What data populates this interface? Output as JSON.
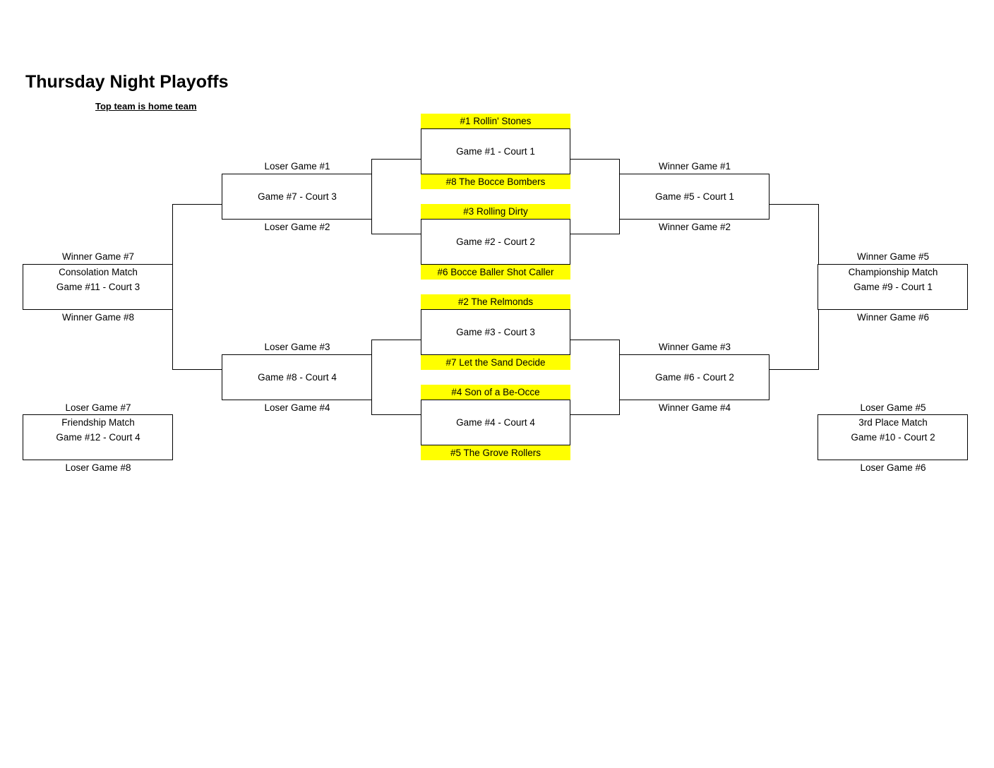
{
  "header": {
    "title": "Thursday Night Playoffs",
    "subtitle": "Top team is home team"
  },
  "first_round": [
    {
      "top_team": "#1 Rollin' Stones",
      "game": "Game #1 - Court 1",
      "bottom_team": "#8 The Bocce Bombers"
    },
    {
      "top_team": "#3 Rolling Dirty",
      "game": "Game #2 - Court 2",
      "bottom_team": "#6 Bocce Baller Shot Caller"
    },
    {
      "top_team": "#2 The Relmonds",
      "game": "Game #3 - Court 3",
      "bottom_team": "#7 Let the Sand Decide"
    },
    {
      "top_team": "#4 Son of a Be-Occe",
      "game": "Game #4 - Court 4",
      "bottom_team": "#5 The Grove Rollers"
    }
  ],
  "winners_bracket": [
    {
      "top": "Winner Game #1",
      "game": "Game #5 - Court 1",
      "bottom": "Winner Game #2"
    },
    {
      "top": "Winner Game #3",
      "game": "Game #6 - Court 2",
      "bottom": "Winner Game #4"
    }
  ],
  "losers_bracket": [
    {
      "top": "Loser Game #1",
      "game": "Game #7 - Court 3",
      "bottom": "Loser Game #2"
    },
    {
      "top": "Loser Game #3",
      "game": "Game #8 - Court 4",
      "bottom": "Loser Game #4"
    }
  ],
  "championship": {
    "top": "Winner Game #5",
    "name": "Championship Match",
    "game": "Game #9 - Court 1",
    "bottom": "Winner Game #6"
  },
  "third_place": {
    "top": "Loser Game #5",
    "name": "3rd Place Match",
    "game": "Game #10 - Court 2",
    "bottom": "Loser Game #6"
  },
  "consolation": {
    "top": "Winner Game #7",
    "name": "Consolation Match",
    "game": "Game #11 - Court 3",
    "bottom": "Winner Game #8"
  },
  "friendship": {
    "top": "Loser Game #7",
    "name": "Friendship Match",
    "game": "Game #12 - Court 4",
    "bottom": "Loser Game #8"
  },
  "colors": {
    "team_highlight": "#ffff00",
    "lines": "#000000"
  }
}
